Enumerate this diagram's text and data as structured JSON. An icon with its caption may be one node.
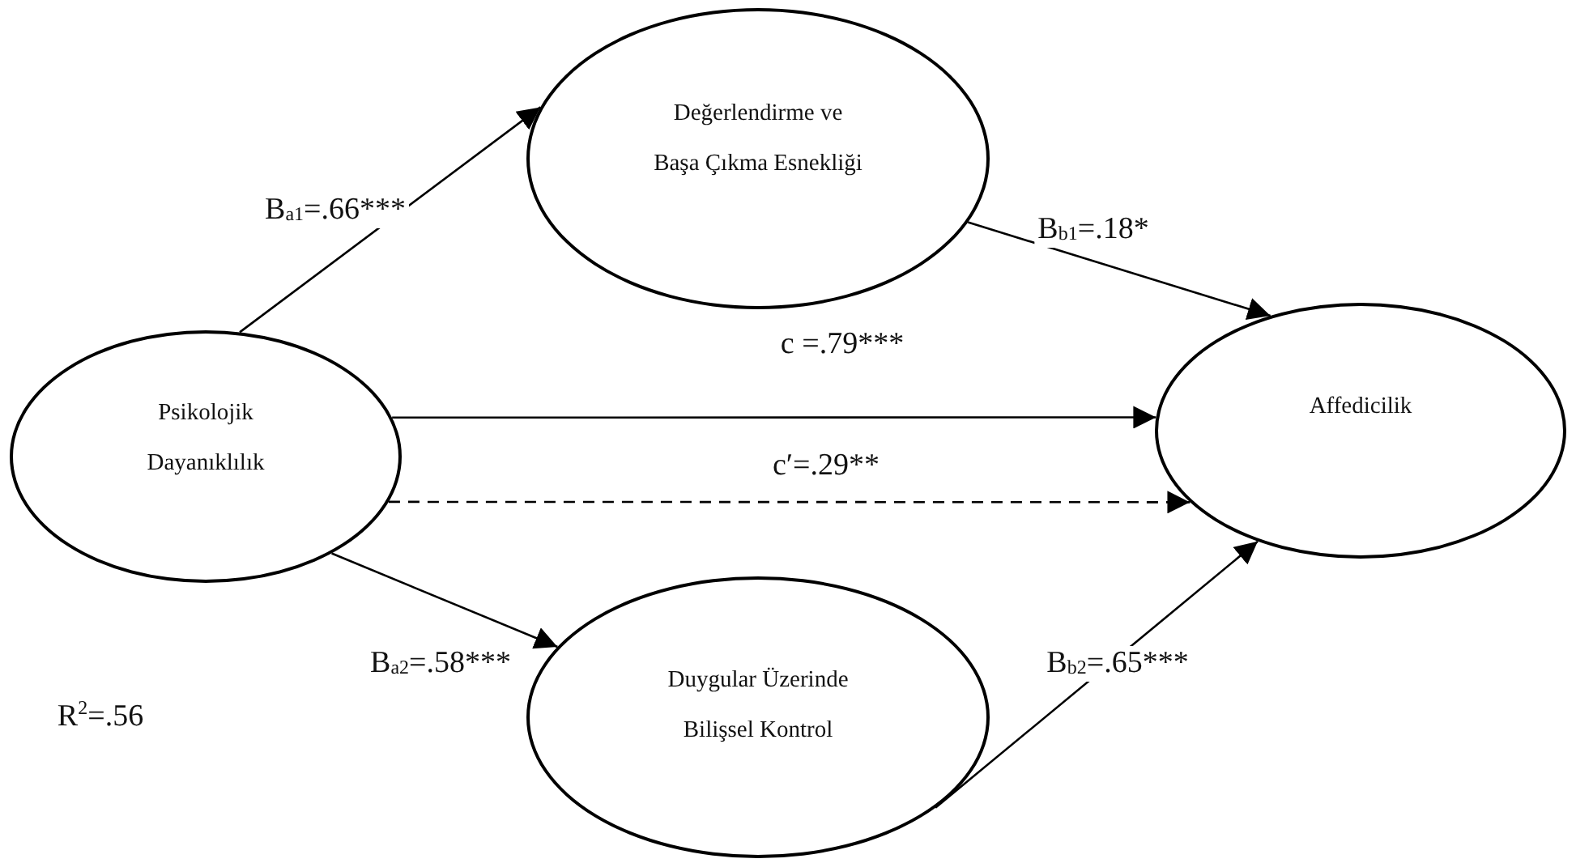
{
  "diagram": {
    "nodes": [
      {
        "text": [
          "Psikolojik Dayanıklılık"
        ]
      },
      {
        "text": [
          "Değerlendirme ve Başa Çıkma Esnekliği"
        ]
      },
      {
        "text": [
          "Affedicilik"
        ]
      },
      {
        "text": [
          "Duygular Üzerinde Bilişsel Kontrol"
        ]
      }
    ],
    "edges": [
      {
        "from": 0,
        "to": 1,
        "arrow": "to",
        "label": "B$_{a1}$=.66***"
      },
      {
        "from": 1,
        "to": 2,
        "arrow": "to",
        "label": "B$_{b1}$=.18*"
      },
      {
        "from": 0,
        "to": 2,
        "arrow": "to",
        "label": "c =.79***"
      },
      {
        "from": 0,
        "to": 2,
        "arrow": "to",
        "label": "c′=.29**",
        "style": "dashed"
      },
      {
        "from": 0,
        "to": 3,
        "arrow": "to",
        "label": "B$_{a2}$=.58***"
      },
      {
        "from": 3,
        "to": 2,
        "arrow": "to",
        "label": "B$_{b2}$=.65***"
      }
    ],
    "labels": [
      "R$^{2}$=.56"
    ]
  }
}
